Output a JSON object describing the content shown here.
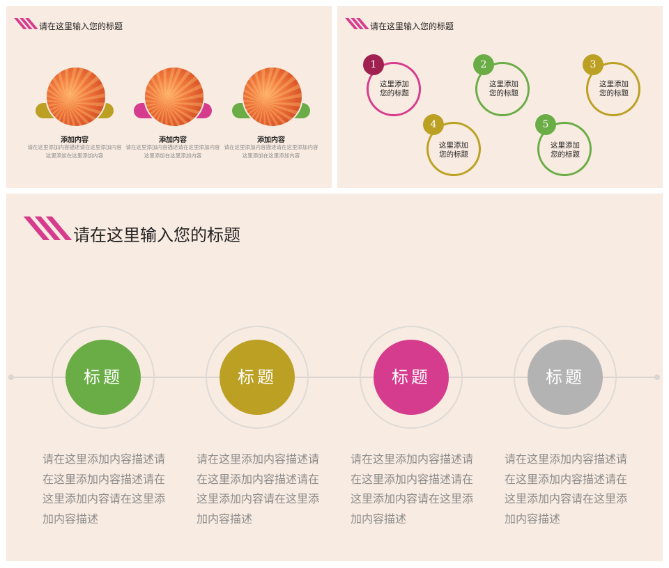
{
  "slide1": {
    "title": "请在这里输入您的标题",
    "cards": [
      {
        "title": "添加内容",
        "desc": "请在这里添加内容描述请在这里添加内容这里添加在这里添加内容",
        "color": "#bba023"
      },
      {
        "title": "添加内容",
        "desc": "请在这里添加内容描述请在这里添加内容这里添加在这里添加内容",
        "color": "#d63c8d"
      },
      {
        "title": "添加内容",
        "desc": "请在这里添加内容描述请在这里添加内容这里添加在这里添加内容",
        "color": "#6aac46"
      }
    ]
  },
  "slide2": {
    "title": "请在这里输入您的标题",
    "items": [
      {
        "num": "1",
        "text": "这里添加您的标题",
        "line1": "这里添加",
        "line2": "您的标题",
        "color": "#d63c8d",
        "badge_color": "#a0204f"
      },
      {
        "num": "2",
        "text": "这里添加您的标题",
        "line1": "这里添加",
        "line2": "您的标题",
        "color": "#6aac46",
        "badge_color": "#6aac46"
      },
      {
        "num": "3",
        "text": "这里添加您的标题",
        "line1": "这里添加",
        "line2": "您的标题",
        "color": "#bba023",
        "badge_color": "#bba023"
      },
      {
        "num": "4",
        "text": "这里添加您的标题",
        "line1": "这里添加",
        "line2": "您的标题",
        "color": "#bba023",
        "badge_color": "#bba023"
      },
      {
        "num": "5",
        "text": "这里添加您的标题",
        "line1": "这里添加",
        "line2": "您的标题",
        "color": "#6aac46",
        "badge_color": "#6aac46"
      }
    ]
  },
  "slide3": {
    "title": "请在这里输入您的标题",
    "steps": [
      {
        "label": "标题",
        "color": "#6aac46",
        "desc": "请在这里添加内容描述请在这里添加内容描述请在这里添加内容请在这里添加内容描述"
      },
      {
        "label": "标题",
        "color": "#bba023",
        "desc": "请在这里添加内容描述请在这里添加内容描述请在这里添加内容请在这里添加内容描述"
      },
      {
        "label": "标题",
        "color": "#d63c8d",
        "desc": "请在这里添加内容描述请在这里添加内容描述请在这里添加内容请在这里添加内容描述"
      },
      {
        "label": "标题",
        "color": "#b3b3b3",
        "desc": "请在这里添加内容描述请在这里添加内容描述请在这里添加内容请在这里添加内容描述"
      }
    ]
  },
  "colors": {
    "background": "#f8ebe1",
    "accent": "#d63c8d",
    "connector": "#dcd6d2"
  }
}
